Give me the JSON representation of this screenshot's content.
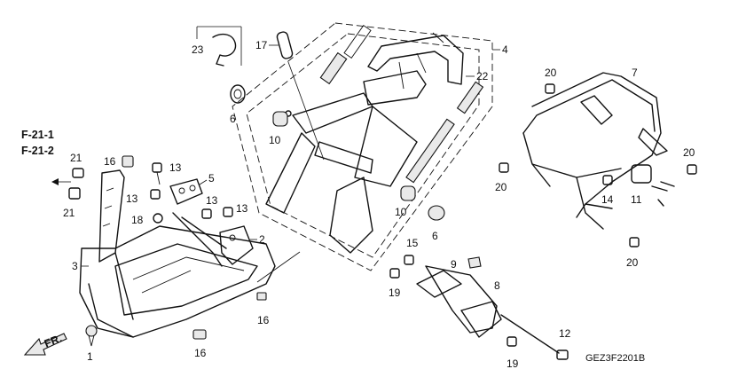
{
  "refs": {
    "f21_1": "F-21-1",
    "f21_2": "F-21-2",
    "fr": "FR."
  },
  "diagram_code": "GEZ3F2201B",
  "callouts": {
    "n23": "23",
    "n17": "17",
    "n4": "4",
    "n22": "22",
    "n6a": "6",
    "n10a": "10",
    "n10b": "10",
    "n6b": "6",
    "n20a": "20",
    "n7": "7",
    "n20b": "20",
    "n20c": "20",
    "n20d": "20",
    "n14": "14",
    "n11": "11",
    "n21a": "21",
    "n21b": "21",
    "n16a": "16",
    "n13a": "13",
    "n5": "5",
    "n13b": "13",
    "n13c": "13",
    "n13d": "13",
    "n18": "18",
    "n3": "3",
    "n2": "2",
    "n16b": "16",
    "n1": "1",
    "n16c": "16",
    "n15": "15",
    "n9": "9",
    "n19a": "19",
    "n8": "8",
    "n12": "12",
    "n19b": "19"
  }
}
